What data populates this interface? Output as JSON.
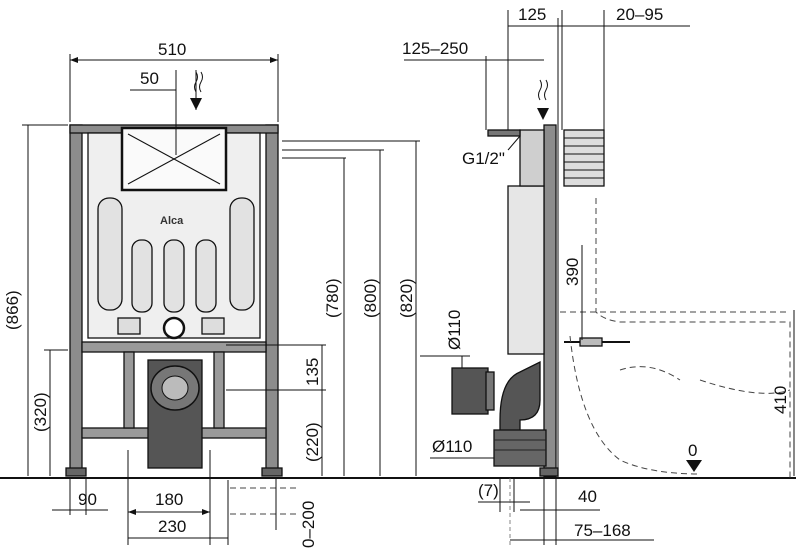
{
  "front_view": {
    "width_total": "510",
    "offset_top": "50",
    "height_866": "(866)",
    "height_320": "(320)",
    "height_780": "(780)",
    "height_800": "(800)",
    "height_820": "(820)",
    "height_135": "135",
    "height_220": "(220)",
    "bottom_90": "90",
    "bottom_180": "180",
    "bottom_230": "230",
    "floor_0_200": "0–200",
    "brand_logo": "Alca"
  },
  "side_view": {
    "top_125": "125",
    "top_20_95": "20–95",
    "top_125_250": "125–250",
    "thread_label": "G1/2\"",
    "pipe_upper": "Ø110",
    "pipe_lower": "Ø110",
    "height_390": "390",
    "height_410": "410",
    "zero_level": "0",
    "bottom_7": "(7)",
    "bottom_40": "40",
    "bottom_75_168": "75–168"
  }
}
